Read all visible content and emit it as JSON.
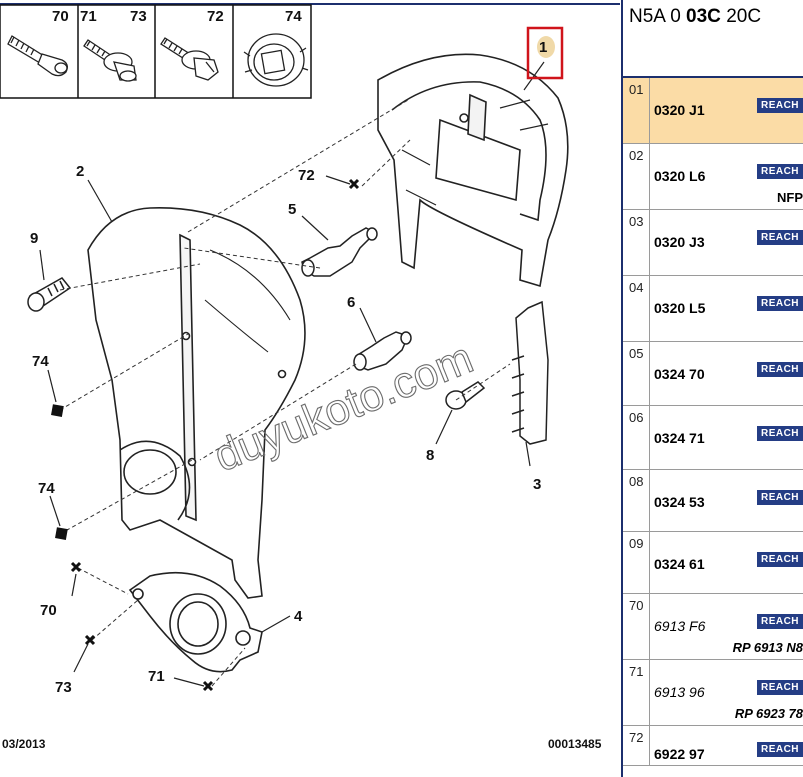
{
  "catalog": {
    "title_prefix": "N5A 0",
    "title_bold": "03C",
    "title_suffix": "20C"
  },
  "diagram": {
    "callouts": [
      "1",
      "2",
      "3",
      "4",
      "5",
      "6",
      "8",
      "9",
      "70",
      "71",
      "72",
      "73",
      "74"
    ],
    "legend": [
      {
        "num": "70",
        "icon": "bolt-icon"
      },
      {
        "num": "71",
        "icon": "flanged-bolt-icon"
      },
      {
        "num": "73",
        "icon": "washer-bolt-icon"
      },
      {
        "num": "72",
        "icon": "hex-bolt-icon"
      },
      {
        "num": "74",
        "icon": "grommet-icon"
      }
    ],
    "highlighted_callout": "1",
    "footer_left": "03/2013",
    "footer_right": "00013485",
    "watermark": "duyukoto.com"
  },
  "parts": [
    {
      "num": "01",
      "code": "0320 J1",
      "badge": "REACH",
      "note": "",
      "italic": false,
      "selected": true
    },
    {
      "num": "02",
      "code": "0320 L6",
      "badge": "REACH",
      "note": "NFP",
      "italic": false,
      "selected": false
    },
    {
      "num": "03",
      "code": "0320 J3",
      "badge": "REACH",
      "note": "",
      "italic": false,
      "selected": false
    },
    {
      "num": "04",
      "code": "0320 L5",
      "badge": "REACH",
      "note": "",
      "italic": false,
      "selected": false
    },
    {
      "num": "05",
      "code": "0324 70",
      "badge": "REACH",
      "note": "",
      "italic": false,
      "selected": false
    },
    {
      "num": "06",
      "code": "0324 71",
      "badge": "REACH",
      "note": "",
      "italic": false,
      "selected": false
    },
    {
      "num": "08",
      "code": "0324 53",
      "badge": "REACH",
      "note": "",
      "italic": false,
      "selected": false
    },
    {
      "num": "09",
      "code": "0324 61",
      "badge": "REACH",
      "note": "",
      "italic": false,
      "selected": false
    },
    {
      "num": "70",
      "code": "6913 F6",
      "badge": "REACH",
      "note": "RP 6913 N8",
      "italic": true,
      "selected": false
    },
    {
      "num": "71",
      "code": "6913 96",
      "badge": "REACH",
      "note": "RP 6923 78",
      "italic": true,
      "selected": false
    },
    {
      "num": "72",
      "code": "6922 97",
      "badge": "REACH",
      "note": "",
      "italic": false,
      "selected": false
    }
  ],
  "colors": {
    "accent": "#243d85",
    "selected_row": "#fbdca6",
    "highlight_box": "#d0141b"
  }
}
